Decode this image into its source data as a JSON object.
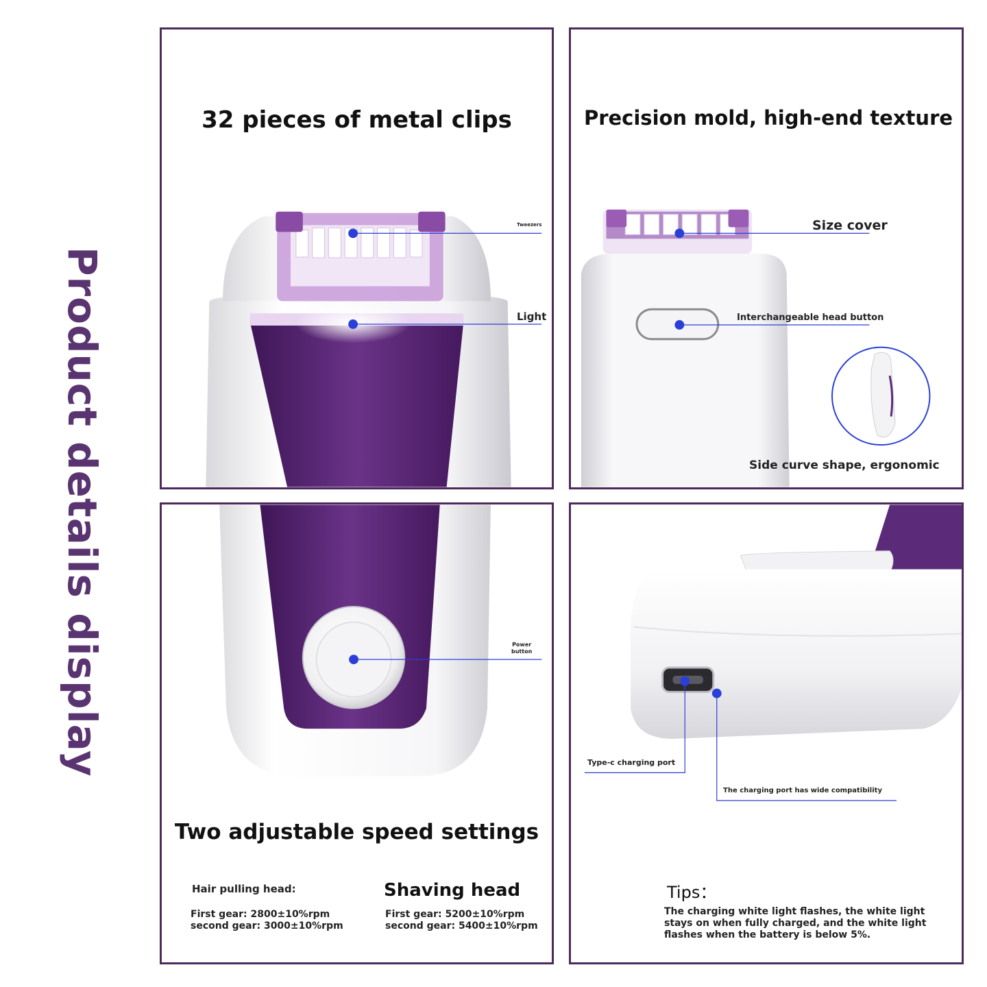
{
  "side_title": "Product details display",
  "panel1": {
    "heading": "32 pieces of metal clips",
    "label_tweezers": "Tweezers",
    "label_light": "Light"
  },
  "panel2": {
    "heading": "Precision mold, high-end texture",
    "label_size_cover": "Size cover",
    "label_head_button": "Interchangeable head button",
    "label_side_curve": "Side curve shape, ergonomic"
  },
  "panel3": {
    "label_power": "Power\nbutton",
    "heading": "Two adjustable speed settings",
    "hair_head_title": "Hair pulling head:",
    "hair_first": "First gear: 2800±10%rpm",
    "hair_second": "second gear: 3000±10%rpm",
    "shave_head_title": "Shaving head",
    "shave_first": "First gear: 5200±10%rpm",
    "shave_second": "second gear: 5400±10%rpm"
  },
  "panel4": {
    "label_typec": "Type-c charging port",
    "label_compat": "The charging port has wide compatibility",
    "tips_title": "Tips：",
    "tips_line1": "The charging white light flashes, the white light",
    "tips_line2": "stays on when fully charged, and the white light",
    "tips_line3": "flashes when the battery is below 5%."
  },
  "colors": {
    "frame": "#4e2a5c",
    "title_purple": "#5a3470",
    "device_purple": "#5b2a78",
    "callout_dot": "#2a3fd8"
  }
}
